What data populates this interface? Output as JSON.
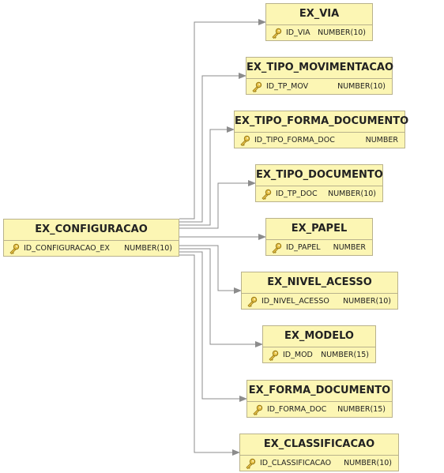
{
  "diagram": {
    "root": {
      "name": "EX_CONFIGURACAO",
      "column": "ID_CONFIGURACAO_EX",
      "type": "NUMBER(10)"
    },
    "targets": [
      {
        "name": "EX_VIA",
        "column": "ID_VIA",
        "type": "NUMBER(10)"
      },
      {
        "name": "EX_TIPO_MOVIMENTACAO",
        "column": "ID_TP_MOV",
        "type": "NUMBER(10)"
      },
      {
        "name": "EX_TIPO_FORMA_DOCUMENTO",
        "column": "ID_TIPO_FORMA_DOC",
        "type": "NUMBER"
      },
      {
        "name": "EX_TIPO_DOCUMENTO",
        "column": "ID_TP_DOC",
        "type": "NUMBER(10)"
      },
      {
        "name": "EX_PAPEL",
        "column": "ID_PAPEL",
        "type": "NUMBER"
      },
      {
        "name": "EX_NIVEL_ACESSO",
        "column": "ID_NIVEL_ACESSO",
        "type": "NUMBER(10)"
      },
      {
        "name": "EX_MODELO",
        "column": "ID_MOD",
        "type": "NUMBER(15)"
      },
      {
        "name": "EX_FORMA_DOCUMENTO",
        "column": "ID_FORMA_DOC",
        "type": "NUMBER(15)"
      },
      {
        "name": "EX_CLASSIFICACAO",
        "column": "ID_CLASSIFICACAO",
        "type": "NUMBER(10)"
      }
    ],
    "colors": {
      "box_fill": "#fcf6b4",
      "box_border": "#b9b28c",
      "connector": "#8c8c8c",
      "key_icon": "#c9a227"
    },
    "icons": {
      "primary_key": "key-icon"
    }
  }
}
